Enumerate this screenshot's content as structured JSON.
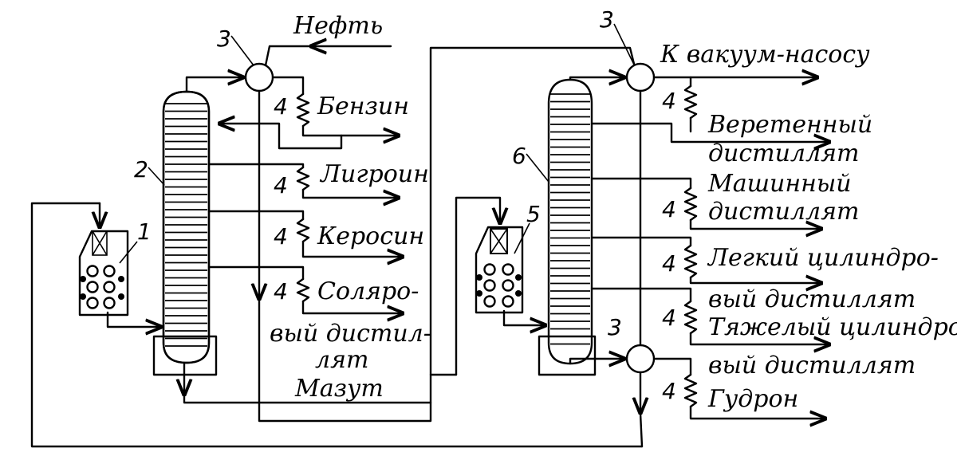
{
  "labels": {
    "oil": "Нефть",
    "gasoline": "Бензин",
    "ligroin": "Лигроин",
    "kerosene": "Керосин",
    "solar_1": "Соляро-",
    "solar_2": "вый дистил-",
    "solar_3": "лят",
    "mazut": "Мазут",
    "vacuum_pump": "К вакуум-насосу",
    "spindle_1": "Веретенный",
    "spindle_2": "дистиллят",
    "machine_1": "Машинный",
    "machine_2": "дистиллят",
    "light_cyl_1": "Легкий цилиндро-",
    "light_cyl_2": "вый дистиллят",
    "heavy_cyl_1": "Тяжелый цилиндро-",
    "heavy_cyl_2": "вый дистиллят",
    "tar": "Гудрон"
  },
  "numbers": {
    "furnace_1": "1",
    "column_1": "2",
    "exchanger_left": "3",
    "exchanger_right_top": "3",
    "exchanger_right_bottom": "3",
    "cooler_gasoline": "4",
    "cooler_ligroin": "4",
    "cooler_kerosene": "4",
    "cooler_solar": "4",
    "cooler_spindle": "4",
    "cooler_machine": "4",
    "cooler_light_cyl": "4",
    "cooler_heavy_cyl": "4",
    "cooler_tar": "4",
    "furnace_2": "5",
    "column_2": "6"
  }
}
